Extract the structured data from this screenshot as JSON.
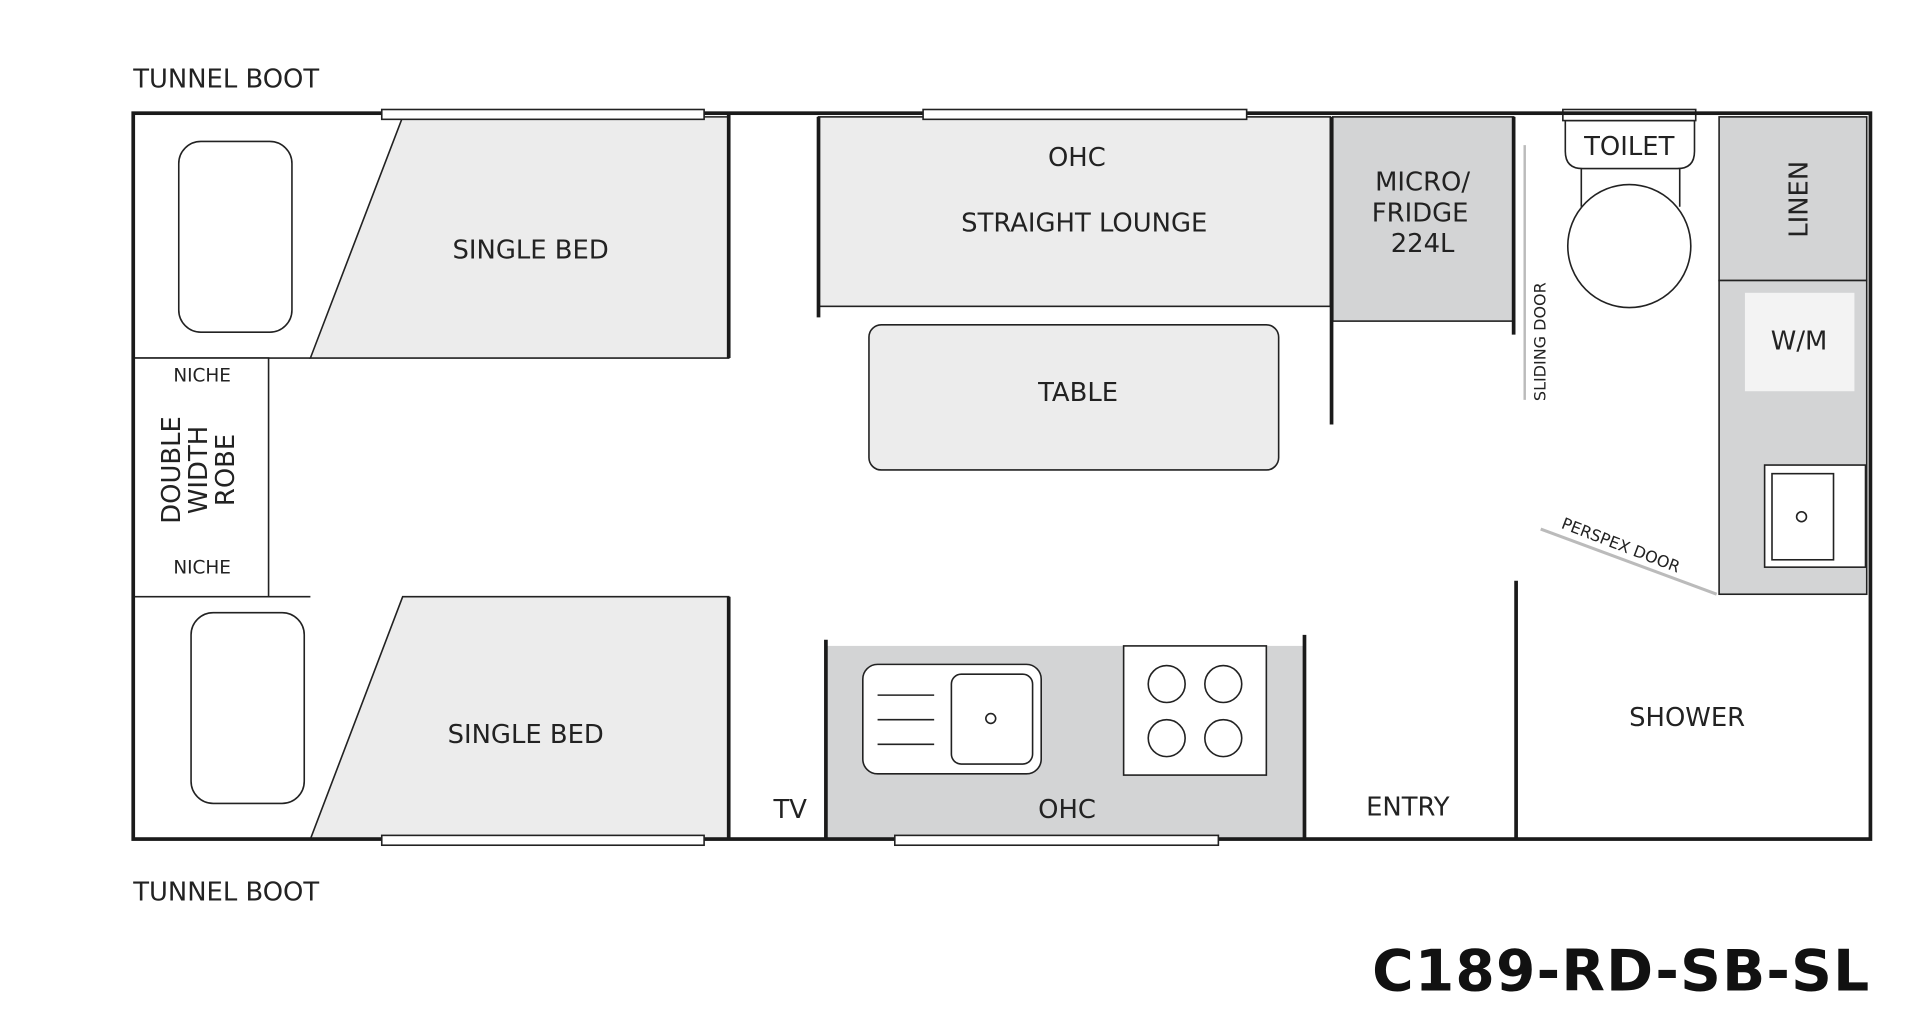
{
  "plan": {
    "model_code": "C189-RD-SB-SL",
    "labels": {
      "tunnel_boot_top": "TUNNEL BOOT",
      "tunnel_boot_bottom": "TUNNEL BOOT",
      "single_bed_top": "SINGLE BED",
      "single_bed_bottom": "SINGLE BED",
      "niche_top": "NICHE",
      "niche_bottom": "NICHE",
      "robe_line1": "DOUBLE",
      "robe_line2": "WIDTH",
      "robe_line3": "ROBE",
      "ohc_top": "OHC",
      "straight_lounge": "STRAIGHT LOUNGE",
      "table": "TABLE",
      "fridge_line1": "MICRO/",
      "fridge_line2": "FRIDGE",
      "fridge_line3": "224L",
      "sliding_door": "SLIDING DOOR",
      "toilet": "TOILET",
      "linen": "LINEN",
      "washing_machine": "W/M",
      "perspex_door": "PERSPEX DOOR",
      "shower": "SHOWER",
      "entry": "ENTRY",
      "ohc_bottom": "OHC",
      "tv": "TV"
    },
    "colors": {
      "light_fill": "#ececec",
      "mid_fill": "#d3d4d5",
      "wall": "#1a1a1a"
    }
  }
}
